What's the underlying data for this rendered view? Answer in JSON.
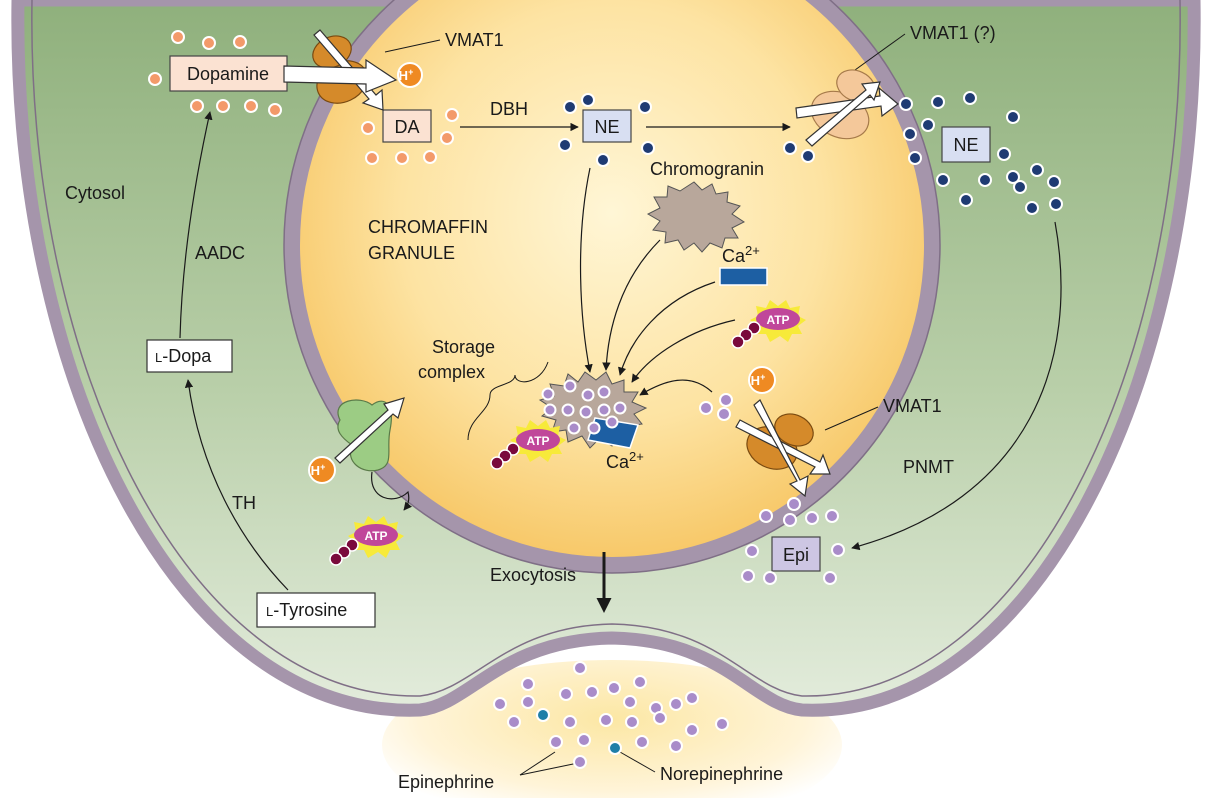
{
  "labels": {
    "cytosol": "Cytosol",
    "chromaffin_line1": "CHROMAFFIN",
    "chromaffin_line2": "GRANULE",
    "dopamine": "Dopamine",
    "da": "DA",
    "dbh": "DBH",
    "ne_inside": "NE",
    "ne_outside": "NE",
    "vmat1_top": "VMAT1",
    "vmat1_q": "VMAT1 (?)",
    "vmat1_right": "VMAT1",
    "chromogranin": "Chromogranin",
    "ca_top_base": "Ca",
    "ca_top_sup": "2+",
    "ca_bottom_base": "Ca",
    "ca_bottom_sup": "2+",
    "atp": "ATP",
    "h_plus_base": "H",
    "h_plus_sup": "+",
    "storage_line1": "Storage",
    "storage_line2": "complex",
    "aadc": "AADC",
    "l_dopa_prefix": "L",
    "l_dopa_rest": "-Dopa",
    "th": "TH",
    "l_tyrosine_prefix": "L",
    "l_tyrosine_rest": "-Tyrosine",
    "pnmt": "PNMT",
    "epi": "Epi",
    "exocytosis": "Exocytosis",
    "epinephrine": "Epinephrine",
    "norepinephrine": "Norepinephrine"
  },
  "colors": {
    "cytosol_green": "#9dbb8c",
    "granule_yellow": "#fbd98a",
    "membrane_purple": "#a595ab",
    "dopamine_orange": "#f39a6a",
    "ne_navy": "#1f3b73",
    "epi_purple": "#a98cc9",
    "ne_released_teal": "#1f7fa8",
    "atp_magenta": "#c0479a",
    "ca_blue": "#1d5fa3",
    "vmat_orange": "#d58a2a",
    "h_plus_orange": "#ef8a22",
    "atpase_green": "#9ccc84"
  },
  "icons": [
    "vmat1-transporter-icon",
    "proton-atpase-icon",
    "atp-burst-icon",
    "calcium-bar-icon",
    "chromogranin-icon",
    "storage-complex-icon",
    "proton-icon"
  ]
}
